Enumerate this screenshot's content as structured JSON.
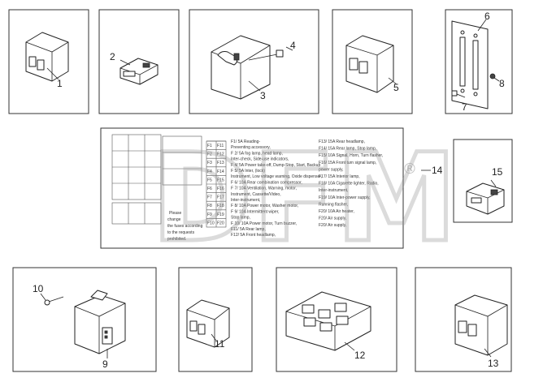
{
  "diagram": {
    "watermark": "DFM",
    "watermark_mark": "®",
    "callouts": [
      "1",
      "2",
      "3",
      "4",
      "5",
      "6",
      "7",
      "8",
      "9",
      "10",
      "11",
      "12",
      "13",
      "14",
      "15"
    ],
    "decal": {
      "notes": [
        "Please",
        "change",
        "the fuses according",
        "to the requests",
        "prohibited."
      ],
      "fuse_ids_left": [
        "F1",
        "F2",
        "F3",
        "F4",
        "F5",
        "F6",
        "F7",
        "F8",
        "F9",
        "F10"
      ],
      "fuse_ids_right": [
        "F11",
        "F12",
        "F13",
        "F14",
        "F15",
        "F16",
        "F17",
        "F18",
        "F19",
        "F20"
      ],
      "list_col1": [
        "F1/ 5A  Reading-",
        "Preventing accessory,",
        "F 2/ 5A  fog lamp,  head lamp,",
        "Inter-check, Side-use indicators,",
        "F 4/ 5A  Power take-off, Dump-Stop, Start, Backup",
        "F 5/ 5A  Inter, (lock)",
        "Instrument, Low voltage warning, Oxide dispenser,",
        "F 6/ 10A  Rear combination compressor,",
        "F 7/ 10A  Ventilation, Warning, motor,",
        "Instrument, Cassette/Video,",
        "Inter-instrument,",
        "F 8/ 10A  Power motor, Washer motor,",
        "F 9/ 10A  Intermittent wiper,",
        "Stop lamp,",
        "F 10/ 10A  Power motor, Turn buzzer,",
        "F11/ 5A  Rear lamp,",
        "F12/ 5A  Front headlamp,"
      ],
      "list_col2": [
        "F13/ 15A  Rear headlamp,",
        "F14/ 15A  Rear lamp, Stop lamp,",
        "F15/ 10A  Signal, Horn, Turn flasher,",
        "F16/ 15A  Front turn signal lamp,",
        "power supply,",
        "F17/ 15A  Interior lamp,",
        "F18/ 10A  Cigarette lighter, Radio,",
        "Inter-instrument,",
        "F19/ 10A  Inter-power supply,",
        "Running flasher,",
        "F20/ 10A  Air heater,",
        "F20/ Air supply,",
        "F20/ Air supply,"
      ]
    }
  }
}
